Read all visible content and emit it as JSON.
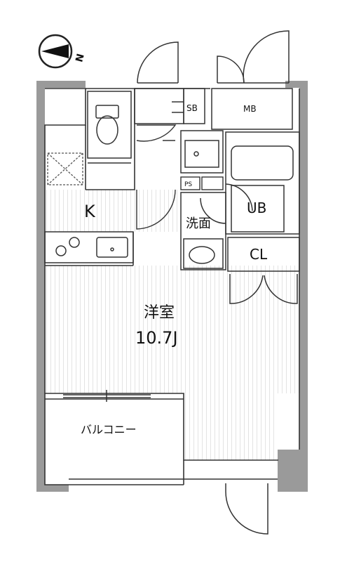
{
  "compass": {
    "letter": "N",
    "icon": "north-arrow-icon"
  },
  "rooms": {
    "western_room": {
      "name": "洋室",
      "size": "10.7J"
    },
    "kitchen": {
      "name": "K"
    },
    "unit_bath": {
      "name": "UB"
    },
    "washroom": {
      "name": "洗面"
    },
    "closet": {
      "name": "CL"
    },
    "balcony": {
      "name": "バルコニー"
    },
    "meter_box": {
      "name": "MB"
    },
    "shoe_box": {
      "name": "SB"
    },
    "pipe_space": {
      "name": "PS"
    }
  },
  "colors": {
    "wall": "#9a9a9a",
    "line": "#333333",
    "floor_stripe": "#e6e6e6"
  }
}
